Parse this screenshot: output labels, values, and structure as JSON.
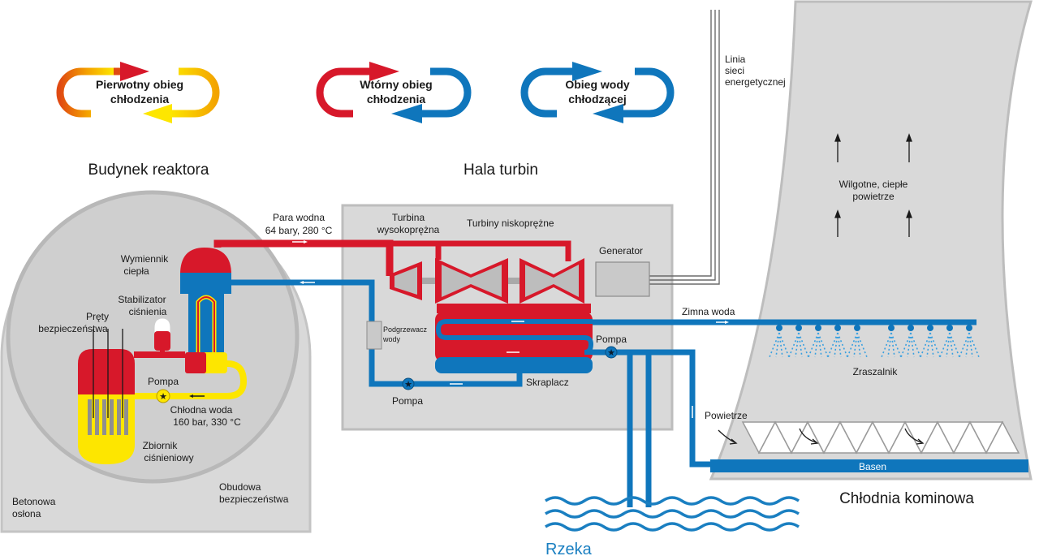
{
  "cycles": [
    {
      "line1": "Pierwotny obieg",
      "line2": "chłodzenia"
    },
    {
      "line1": "Wtórny obieg",
      "line2": "chłodzenia"
    },
    {
      "line1": "Obieg wody",
      "line2": "chłodzącej"
    }
  ],
  "sections": {
    "reactor_building": "Budynek reaktora",
    "turbine_hall": "Hala turbin",
    "cooling_tower": "Chłodnia kominowa"
  },
  "labels": {
    "steam_l1": "Para wodna",
    "steam_l2": "64 bary, 280 °C",
    "hp_turbine_l1": "Turbina",
    "hp_turbine_l2": "wysokoprężna",
    "lp_turbines": "Turbiny niskoprężne",
    "generator": "Generator",
    "grid_l1": "Linia",
    "grid_l2": "sieci",
    "grid_l3": "energetycznej",
    "exchanger_l1": "Wymiennik",
    "exchanger_l2": "ciepła",
    "pressurizer_l1": "Stabilizator",
    "pressurizer_l2": "ciśnienia",
    "rods_l1": "Pręty",
    "rods_l2": "bezpieczeństwa",
    "pump_primary": "Pompa",
    "coolant_l1": "Chłodna woda",
    "coolant_l2": "160 bar, 330 °C",
    "vessel_l1": "Zbiornik",
    "vessel_l2": "ciśnieniowy",
    "concrete_l1": "Betonowa",
    "concrete_l2": "osłona",
    "containment_l1": "Obudowa",
    "containment_l2": "bezpieczeństwa",
    "heater_l1": "Podgrzewacz",
    "heater_l2": "wody",
    "pump_secondary": "Pompa",
    "condenser": "Skraplacz",
    "pump_cooling": "Pompa",
    "cold_water": "Zimna woda",
    "humid_air_l1": "Wilgotne, ciepłe",
    "humid_air_l2": "powietrze",
    "sprinkler": "Zraszalnik",
    "air": "Powietrze",
    "basin": "Basen",
    "river": "Rzeka"
  },
  "colors": {
    "primary_red": "#d7182a",
    "primary_yellow": "#fde600",
    "cooling_blue": "#0f76bc",
    "building_gray": "#d9d9d9",
    "wall_gray": "#b5b5b5"
  }
}
